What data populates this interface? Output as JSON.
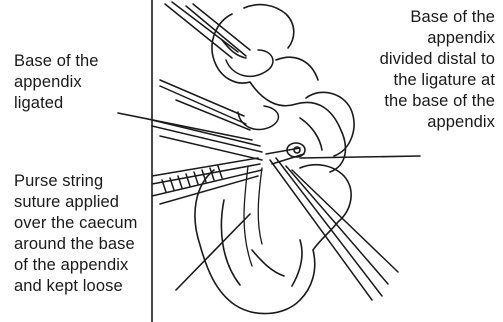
{
  "labels": {
    "ligated": {
      "lines": [
        "Base of the",
        "appendix",
        "ligated"
      ]
    },
    "divided": {
      "lines": [
        "Base of the",
        "appendix",
        "divided distal to",
        "the ligature at",
        "the base of the",
        "appendix"
      ]
    },
    "purse_string": {
      "lines": [
        "Purse string",
        "suture applied",
        "over the caecum",
        "around the base",
        "of the appendix",
        "and kept loose"
      ]
    }
  },
  "colors": {
    "ink": "#1a1a1a",
    "background": "#ffffff"
  }
}
